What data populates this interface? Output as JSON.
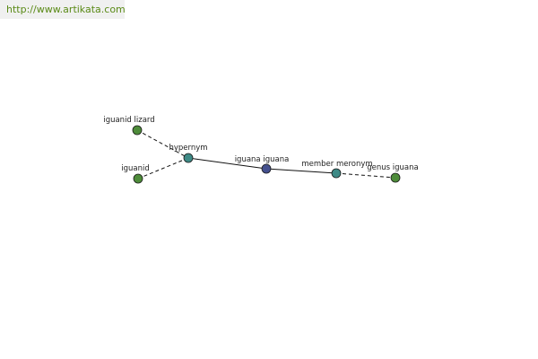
{
  "header": {
    "url": "http://www.artikata.com"
  },
  "diagram": {
    "nodes": [
      {
        "id": "iguanid_lizard",
        "label": "iguanid lizard",
        "kind": "leaf",
        "color": "#4e8c3a"
      },
      {
        "id": "iguanid",
        "label": "iguanid",
        "kind": "leaf",
        "color": "#4e8c3a"
      },
      {
        "id": "hypernym",
        "label": "hypernym",
        "kind": "relation",
        "color": "#3e8a86"
      },
      {
        "id": "iguana_iguana",
        "label": "iguana iguana",
        "kind": "center",
        "color": "#44508e"
      },
      {
        "id": "member_meronym",
        "label": "member meronym",
        "kind": "relation",
        "color": "#3e8a86"
      },
      {
        "id": "genus_iguana",
        "label": "genus iguana",
        "kind": "leaf",
        "color": "#4e8c3a"
      }
    ],
    "edges": [
      {
        "from": "iguanid_lizard",
        "to": "hypernym",
        "style": "dashed"
      },
      {
        "from": "iguanid",
        "to": "hypernym",
        "style": "dashed"
      },
      {
        "from": "hypernym",
        "to": "iguana_iguana",
        "style": "solid"
      },
      {
        "from": "iguana_iguana",
        "to": "member_meronym",
        "style": "solid"
      },
      {
        "from": "member_meronym",
        "to": "genus_iguana",
        "style": "dashed"
      }
    ]
  }
}
